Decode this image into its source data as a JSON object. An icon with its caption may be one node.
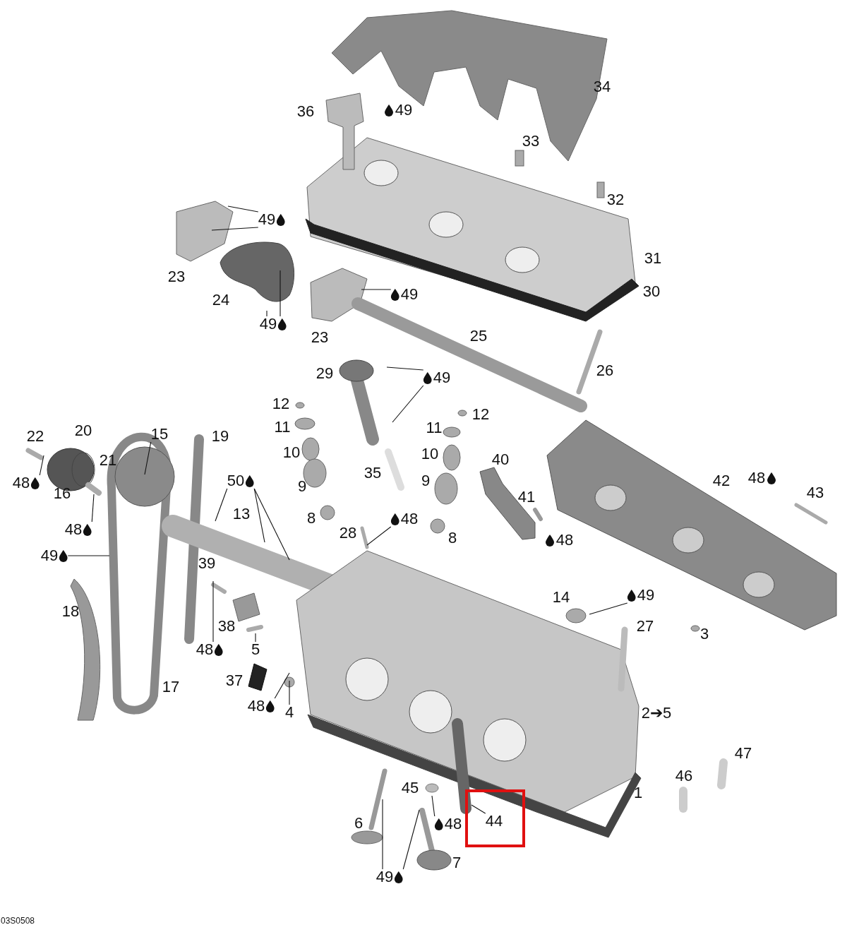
{
  "diagram": {
    "nodes": [
      {
        "text": [
          "49"
        ]
      },
      {
        "text": [
          "49"
        ]
      },
      {
        "text": [
          "49"
        ]
      },
      {
        "text": [
          "49"
        ]
      },
      {
        "text": [
          "50"
        ]
      },
      {
        "text": [
          "15"
        ]
      },
      {
        "text": [
          "48"
        ]
      },
      {
        "text": [
          "48"
        ]
      },
      {
        "text": [
          "49"
        ]
      },
      {
        "text": [
          "48"
        ]
      },
      {
        "text": [
          "5"
        ]
      },
      {
        "text": [
          "48"
        ]
      },
      {
        "text": [
          "4"
        ]
      },
      {
        "text": [
          "48"
        ]
      },
      {
        "text": [
          "49"
        ]
      },
      {
        "text": [
          "44"
        ]
      },
      {
        "text": [
          "48"
        ]
      },
      {
        "text": [
          "49"
        ]
      }
    ],
    "edges": [
      {
        "from": 0,
        "to": null,
        "arrow": "none"
      },
      {
        "from": 0,
        "to": null,
        "arrow": "none"
      },
      {
        "from": 1,
        "to": null,
        "arrow": "none"
      },
      {
        "from": 1,
        "to": null,
        "arrow": "none"
      },
      {
        "from": 2,
        "to": null,
        "arrow": "none"
      },
      {
        "from": 3,
        "to": null,
        "arrow": "none"
      },
      {
        "from": 3,
        "to": null,
        "arrow": "none"
      },
      {
        "from": 4,
        "to": null,
        "arrow": "none"
      },
      {
        "from": 4,
        "to": null,
        "arrow": "none"
      },
      {
        "from": 4,
        "to": null,
        "arrow": "none"
      },
      {
        "from": 5,
        "to": null,
        "arrow": "none"
      },
      {
        "from": 6,
        "to": null,
        "arrow": "none"
      },
      {
        "from": 7,
        "to": null,
        "arrow": "none"
      },
      {
        "from": 8,
        "to": null,
        "arrow": "none"
      },
      {
        "from": 9,
        "to": null,
        "arrow": "none"
      },
      {
        "from": 10,
        "to": null,
        "arrow": "none"
      },
      {
        "from": 11,
        "to": null,
        "arrow": "none"
      },
      {
        "from": 12,
        "to": null,
        "arrow": "none"
      },
      {
        "from": 13,
        "to": null,
        "arrow": "none"
      },
      {
        "from": 14,
        "to": null,
        "arrow": "none"
      },
      {
        "from": 15,
        "to": null,
        "arrow": "none"
      },
      {
        "from": 16,
        "to": null,
        "arrow": "none"
      },
      {
        "from": 17,
        "to": null,
        "arrow": "none"
      },
      {
        "from": 17,
        "to": null,
        "arrow": "none"
      }
    ],
    "labels": [
      "34",
      "36",
      "49",
      "33",
      "32",
      "31",
      "23",
      "30",
      "24",
      "23",
      "25",
      "26",
      "29",
      "12",
      "12",
      "11",
      "11",
      "22",
      "20",
      "19",
      "10",
      "10",
      "40",
      "21",
      "35",
      "42",
      "48",
      "9",
      "9",
      "43",
      "16",
      "41",
      "13",
      "8",
      "28",
      "8",
      "48",
      "39",
      "14",
      "18",
      "38",
      "27",
      "3",
      "37",
      "17",
      "2➔5",
      "47",
      "46",
      "1",
      "45",
      "6",
      "7",
      "03S0508"
    ]
  }
}
